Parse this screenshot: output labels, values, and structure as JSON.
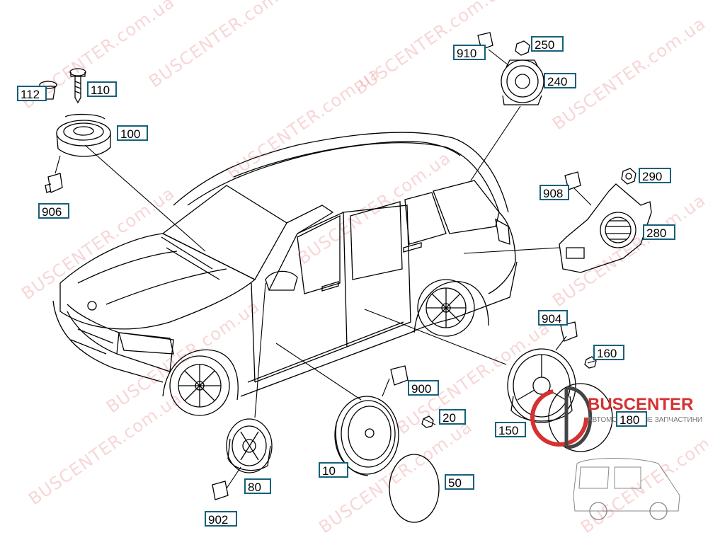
{
  "watermark": "BUSCENTER.com.ua",
  "logo": {
    "name": "BUSCENTER",
    "tagline": "АВТОМОБИЛЬНЫЕ ЗАПЧАСТИНИ"
  },
  "callouts": [
    {
      "id": "112",
      "part": "clip-nut"
    },
    {
      "id": "110",
      "part": "screw"
    },
    {
      "id": "100",
      "part": "dashboard-tweeter"
    },
    {
      "id": "906",
      "part": "connector"
    },
    {
      "id": "910",
      "part": "connector"
    },
    {
      "id": "250",
      "part": "nut"
    },
    {
      "id": "240",
      "part": "rear-door-tweeter"
    },
    {
      "id": "908",
      "part": "connector"
    },
    {
      "id": "290",
      "part": "nut"
    },
    {
      "id": "280",
      "part": "subwoofer-enclosure"
    },
    {
      "id": "904",
      "part": "connector"
    },
    {
      "id": "160",
      "part": "screw"
    },
    {
      "id": "150",
      "part": "rear-door-speaker"
    },
    {
      "id": "180",
      "part": "speaker-cover"
    },
    {
      "id": "900",
      "part": "connector"
    },
    {
      "id": "20",
      "part": "screw"
    },
    {
      "id": "10",
      "part": "front-door-speaker"
    },
    {
      "id": "50",
      "part": "speaker-cover"
    },
    {
      "id": "80",
      "part": "front-speaker"
    },
    {
      "id": "902",
      "part": "connector"
    }
  ],
  "colors": {
    "label_border": "#15607a",
    "line": "#000000",
    "watermark": "#e67878",
    "logo": "#d53131"
  }
}
